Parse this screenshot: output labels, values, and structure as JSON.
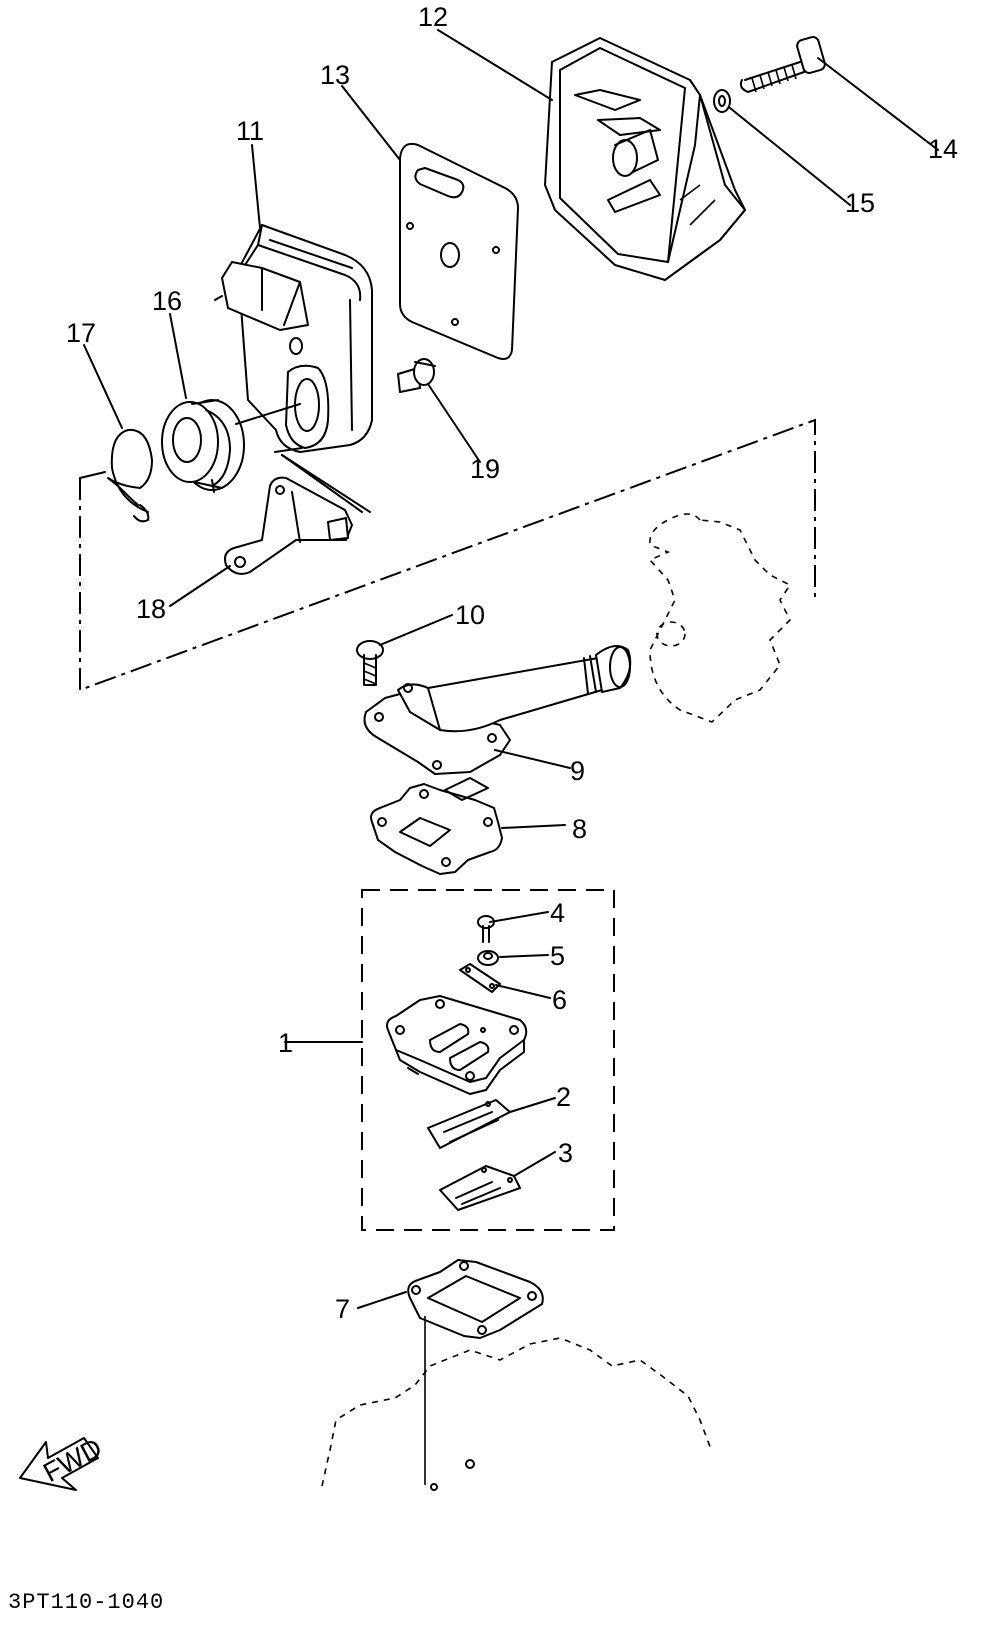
{
  "diagram": {
    "part_code": "3PT110-1040",
    "fwd_label": "FWD",
    "callouts": [
      {
        "id": "c1",
        "text": "1"
      },
      {
        "id": "c2",
        "text": "2"
      },
      {
        "id": "c3",
        "text": "3"
      },
      {
        "id": "c4",
        "text": "4"
      },
      {
        "id": "c5",
        "text": "5"
      },
      {
        "id": "c6",
        "text": "6"
      },
      {
        "id": "c7",
        "text": "7"
      },
      {
        "id": "c8",
        "text": "8"
      },
      {
        "id": "c9",
        "text": "9"
      },
      {
        "id": "c10",
        "text": "10"
      },
      {
        "id": "c11",
        "text": "11"
      },
      {
        "id": "c12",
        "text": "12"
      },
      {
        "id": "c13",
        "text": "13"
      },
      {
        "id": "c14",
        "text": "14"
      },
      {
        "id": "c15",
        "text": "15"
      },
      {
        "id": "c16",
        "text": "16"
      },
      {
        "id": "c17",
        "text": "17"
      },
      {
        "id": "c18",
        "text": "18"
      },
      {
        "id": "c19",
        "text": "19"
      }
    ]
  }
}
